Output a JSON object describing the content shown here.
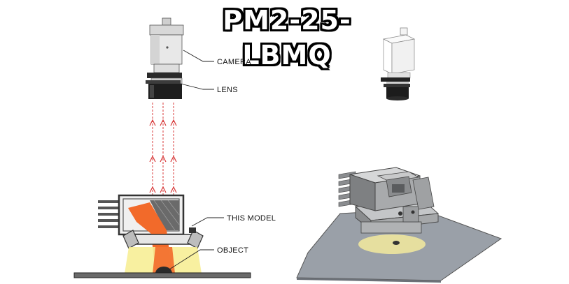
{
  "title": "PM2-25-LBMQ",
  "labels": {
    "camera": "CAMERA",
    "lens": "LENS",
    "this_model": "THIS MODEL",
    "object": "OBJECT"
  },
  "colors": {
    "light_rays": "#d83a3a",
    "light_guide": "#f26a2a",
    "illumination": "#f7ee96",
    "housing_dark": "#3a3a3a",
    "camera_body": "#e4e4e4",
    "base_plate": "#8e949c"
  }
}
